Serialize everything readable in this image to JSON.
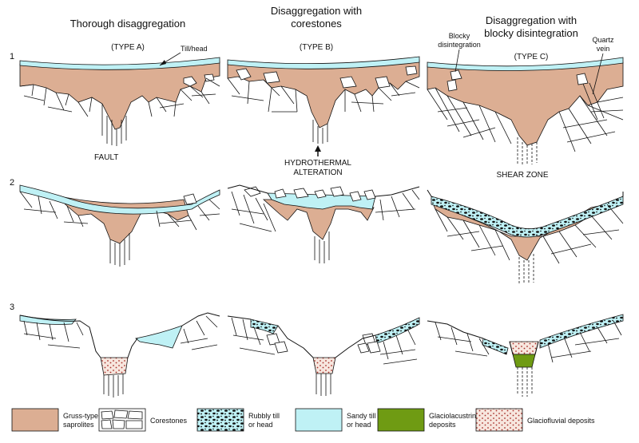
{
  "columns": [
    {
      "title_lines": [
        "Thorough disaggregation"
      ],
      "type_label": "(TYPE A)"
    },
    {
      "title_lines": [
        "Disaggregation with",
        "corestones"
      ],
      "type_label": "(TYPE B)"
    },
    {
      "title_lines": [
        "Disaggregation with",
        "blocky disintegration"
      ],
      "type_label": "(TYPE C)"
    }
  ],
  "rows": [
    "1",
    "2",
    "3"
  ],
  "annotations": {
    "till_head": "Till/head",
    "fault": "FAULT",
    "hydro_line1": "HYDROTHERMAL",
    "hydro_line2": "ALTERATION",
    "blocky_line1": "Blocky",
    "blocky_line2": "disintegration",
    "quartz_line1": "Quartz",
    "quartz_line2": "vein",
    "shear_zone": "SHEAR ZONE"
  },
  "legend": [
    {
      "key": "gruss",
      "lines": [
        "Gruss-type",
        "saprolites"
      ],
      "color": "#dcae93"
    },
    {
      "key": "corestones",
      "lines": [
        "Corestones"
      ],
      "color": "#ffffff"
    },
    {
      "key": "rubbly",
      "lines": [
        "Rubbly till",
        "or head"
      ],
      "color": "#bff1f5"
    },
    {
      "key": "sandy",
      "lines": [
        "Sandy till",
        "or head"
      ],
      "color": "#bff1f5"
    },
    {
      "key": "glacio_lac",
      "lines": [
        "Glaciolacustrine",
        "deposits"
      ],
      "color": "#6f9b13"
    },
    {
      "key": "glacio_flu",
      "lines": [
        "Glaciofluvial deposits"
      ],
      "color": "#f6e4dc"
    }
  ]
}
